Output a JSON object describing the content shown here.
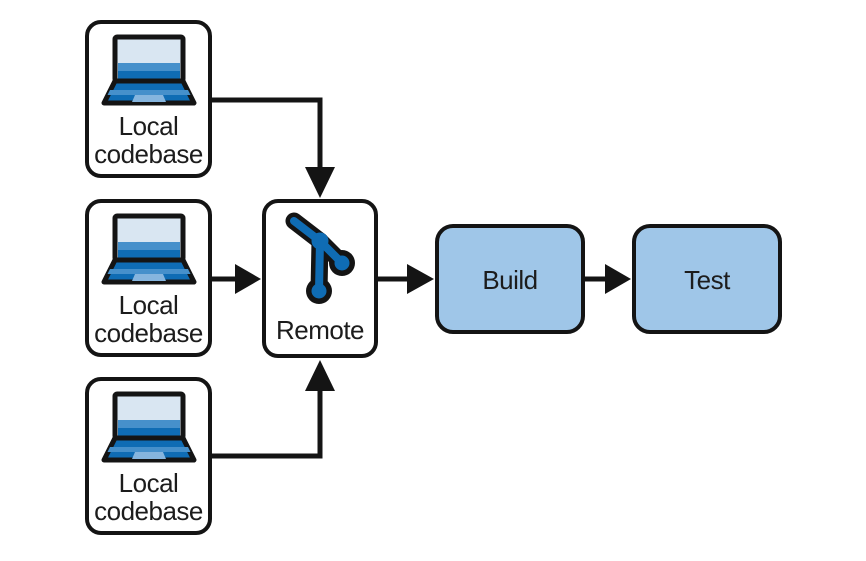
{
  "nodes": {
    "local1": {
      "label": "Local codebase",
      "icon": "laptop-icon"
    },
    "local2": {
      "label": "Local codebase",
      "icon": "laptop-icon"
    },
    "local3": {
      "label": "Local codebase",
      "icon": "laptop-icon"
    },
    "remote": {
      "label": "Remote",
      "icon": "git-branch-icon"
    },
    "build": {
      "label": "Build"
    },
    "test": {
      "label": "Test"
    }
  },
  "edges": [
    {
      "from": "local1",
      "to": "remote"
    },
    {
      "from": "local2",
      "to": "remote"
    },
    {
      "from": "local3",
      "to": "remote"
    },
    {
      "from": "remote",
      "to": "build"
    },
    {
      "from": "build",
      "to": "test"
    }
  ],
  "colors": {
    "background": "#ffffff",
    "node_fill": "#ffffff",
    "stage_fill": "#9fc6e8",
    "outline": "#141414",
    "text": "#1c1c1c",
    "icon_blue": "#0f6cb4",
    "icon_mid_blue": "#4690cb",
    "icon_screen_light": "#d9e6f2",
    "icon_touchpad": "#86b5de"
  }
}
